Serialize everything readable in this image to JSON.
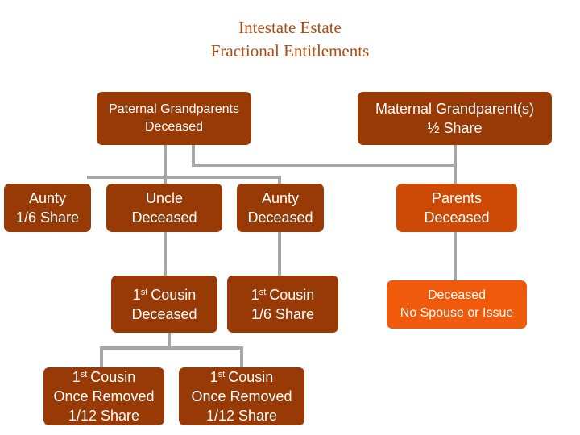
{
  "title": {
    "line1": "Intestate Estate",
    "line2": "Fractional Entitlements"
  },
  "nodes": {
    "paternal_grandparents": {
      "line1": "Paternal Grandparents",
      "line2": "Deceased"
    },
    "maternal_grandparents": {
      "line1": "Maternal Grandparent(s)",
      "line2": "½ Share"
    },
    "aunty_share": {
      "line1": "Aunty",
      "line2": "1/6 Share"
    },
    "uncle": {
      "line1": "Uncle",
      "line2": "Deceased"
    },
    "aunty_deceased": {
      "line1": "Aunty",
      "line2": "Deceased"
    },
    "parents": {
      "line1": "Parents",
      "line2": "Deceased"
    },
    "cousin_deceased": {
      "ordinal_num": "1",
      "ordinal_sup": "st",
      "line1_rest": "Cousin",
      "line2": "Deceased"
    },
    "cousin_share": {
      "ordinal_num": "1",
      "ordinal_sup": "st",
      "line1_rest": "Cousin",
      "line2": "1/6 Share"
    },
    "deceased_self": {
      "line1": "Deceased",
      "line2": "No Spouse or Issue"
    },
    "cousin_removed_a": {
      "ordinal_num": "1",
      "ordinal_sup": "st",
      "line1_rest": "Cousin",
      "line2": "Once Removed",
      "line3": "1/12 Share"
    },
    "cousin_removed_b": {
      "ordinal_num": "1",
      "ordinal_sup": "st",
      "line1_rest": "Cousin",
      "line2": "Once Removed",
      "line3": "1/12 Share"
    }
  },
  "colors": {
    "title": "#b04a10",
    "box_dark": "#973a06",
    "box_mid": "#cc4a06",
    "box_light": "#f05a0c",
    "connector": "#a6a6a6"
  }
}
